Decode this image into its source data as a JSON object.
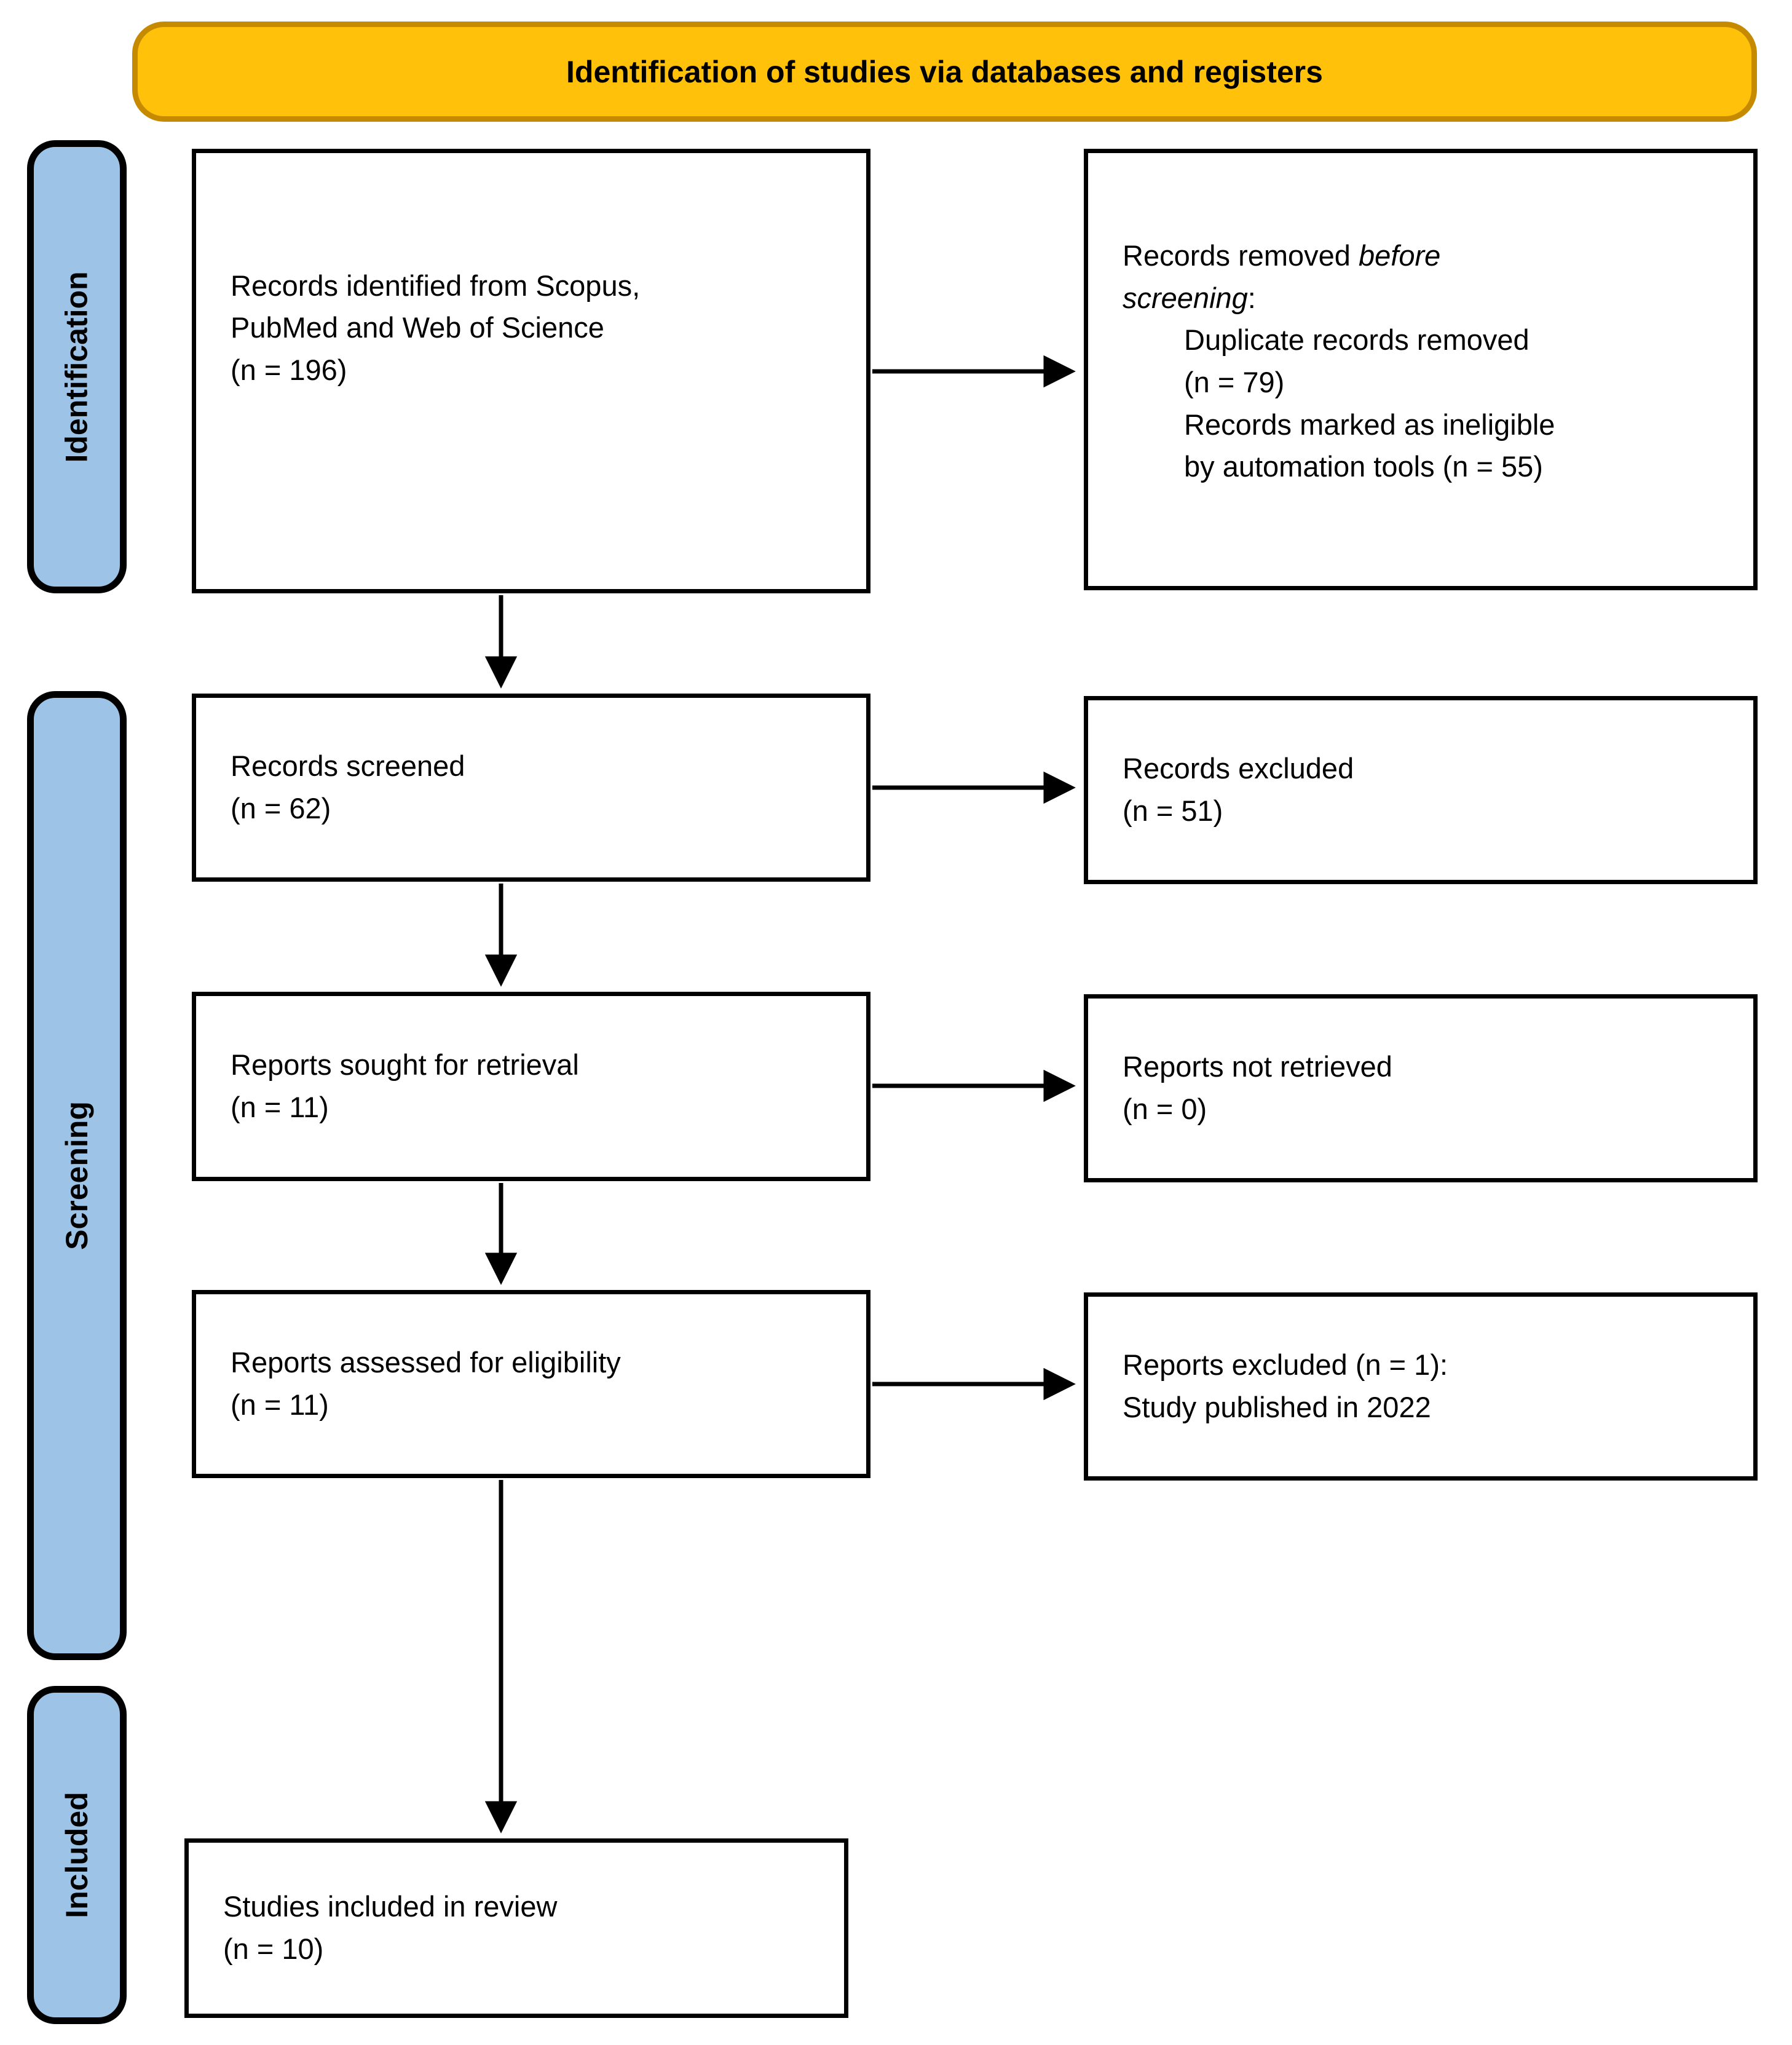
{
  "header": {
    "title": "Identification of studies via databases and registers"
  },
  "stages": [
    {
      "label": "Identification"
    },
    {
      "label": "Screening"
    },
    {
      "label": "Included"
    }
  ],
  "boxes": {
    "records_identified": {
      "lines": [
        "Records identified from Scopus,",
        "PubMed and Web of Science",
        "(n = 196)"
      ]
    },
    "records_removed": {
      "prefix": "Records removed ",
      "italic_1": "before",
      "italic_2": "screening",
      "suffix": ":",
      "items": [
        "Duplicate records removed",
        "(n = 79)",
        "Records marked as ineligible",
        "by automation tools (n = 55)"
      ]
    },
    "records_screened": {
      "lines": [
        "Records screened",
        "(n = 62)"
      ]
    },
    "records_excluded": {
      "lines": [
        "Records excluded",
        "(n = 51)"
      ]
    },
    "reports_sought": {
      "lines": [
        "Reports sought for retrieval",
        "(n = 11)"
      ]
    },
    "reports_not_retrieved": {
      "lines": [
        "Reports not retrieved",
        "(n = 0)"
      ]
    },
    "reports_assessed": {
      "lines": [
        "Reports assessed for eligibility",
        "(n = 11)"
      ]
    },
    "reports_excluded": {
      "lines": [
        "Reports excluded (n = 1):",
        "Study published in 2022"
      ]
    },
    "studies_included": {
      "lines": [
        "Studies included in review",
        "(n = 10)"
      ]
    }
  },
  "colors": {
    "header_bg": "#FFC10A",
    "header_border": "#C68A00",
    "sidebar_bg": "#9DC3E6",
    "line_color": "#000000",
    "text_color": "#000000"
  }
}
